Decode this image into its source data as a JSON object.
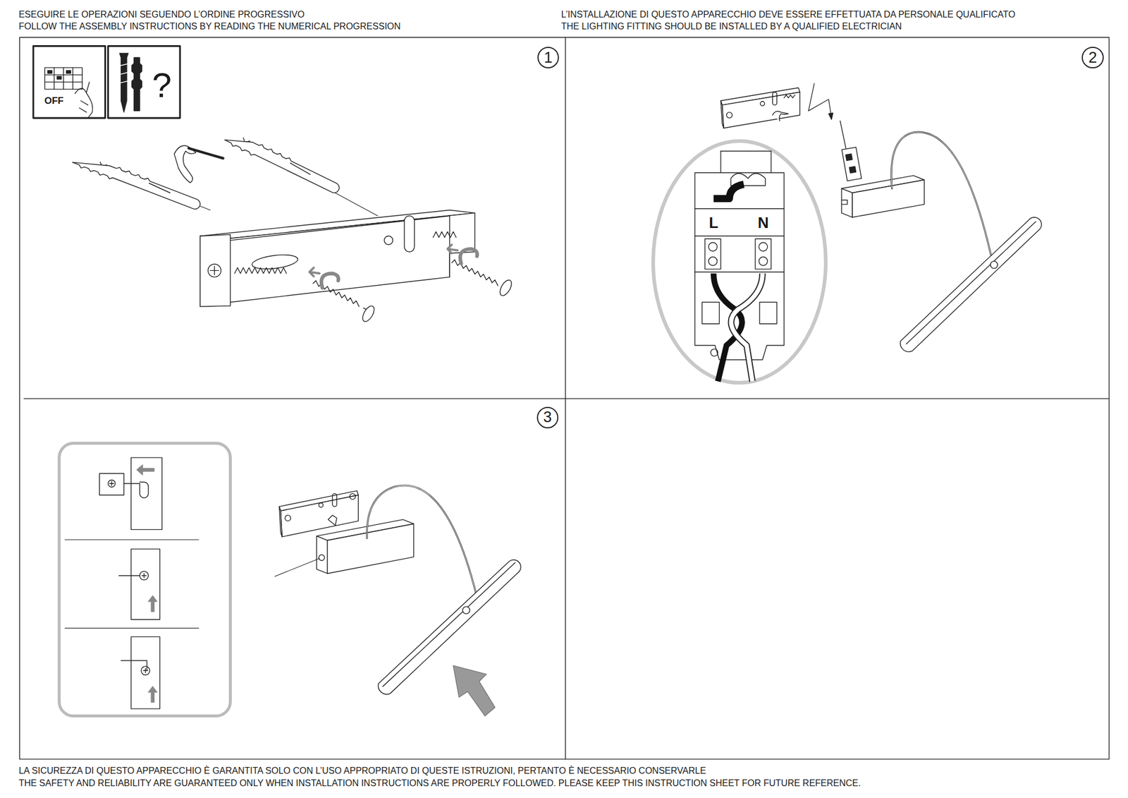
{
  "diagram": {
    "nodes": [
      {
        "text": [
          "1"
        ]
      },
      {
        "text": [
          "2"
        ]
      },
      {
        "text": [
          "3"
        ]
      }
    ],
    "labels": [
      "ESEGUIRE LE OPERAZIONI SEGUENDO L’ORDINE PROGRESSIVO",
      "FOLLOW THE ASSEMBLY INSTRUCTIONS BY READING THE NUMERICAL PROGRESSION",
      "L’INSTALLAZIONE DI QUESTO APPARECCHIO DEVE ESSERE EFFETTUATA DA PERSONALE QUALIFICATO",
      "THE LIGHTING FITTING SHOULD BE INSTALLED BY A QUALIFIED ELECTRICIAN",
      "OFF",
      "?",
      "L",
      "N",
      "LA SICUREZZA DI QUESTO APPARECCHIO È GARANTITA SOLO CON L’USO APPROPRIATO DI QUESTE ISTRUZIONI, PERTANTO È NECESSARIO CONSERVARLE",
      "THE SAFETY AND RELIABILITY ARE GUARANTEED ONLY WHEN INSTALLATION INSTRUCTIONS ARE PROPERLY FOLLOWED. PLEASE KEEP THIS INSTRUCTION SHEET FOR FUTURE REFERENCE."
    ]
  }
}
